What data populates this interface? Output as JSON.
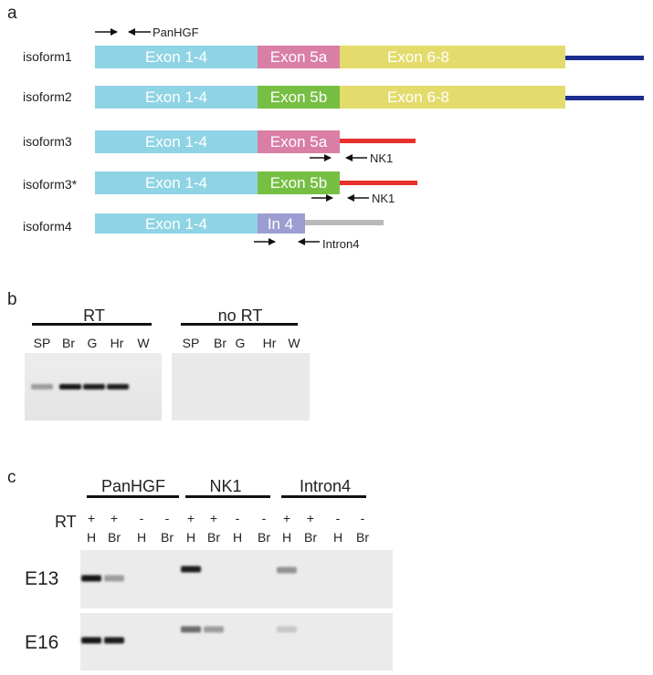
{
  "panels": {
    "a": "a",
    "b": "b",
    "c": "c"
  },
  "colors": {
    "exon1_4": "#8fd4e4",
    "exon5a": "#d97fa6",
    "exon5b": "#76bf43",
    "exon6_8": "#e3dc6c",
    "intron4": "#9c9ed2",
    "utr_blue": "#1c2e8f",
    "utr_red": "#e8302c",
    "utr_grey": "#b9b9bb"
  },
  "panel_a": {
    "isoforms": [
      {
        "label": "isoform1",
        "segments": [
          {
            "name": "exon1-4",
            "text": "Exon 1-4",
            "color": "exon1_4"
          },
          {
            "name": "exon5a",
            "text": "Exon 5a",
            "color": "exon5a"
          },
          {
            "name": "exon6-8",
            "text": "Exon 6-8",
            "color": "exon6_8"
          }
        ],
        "tail": "utr_blue"
      },
      {
        "label": "isoform2",
        "segments": [
          {
            "name": "exon1-4",
            "text": "Exon 1-4",
            "color": "exon1_4"
          },
          {
            "name": "exon5b",
            "text": "Exon 5b",
            "color": "exon5b"
          },
          {
            "name": "exon6-8",
            "text": "Exon 6-8",
            "color": "exon6_8"
          }
        ],
        "tail": "utr_blue"
      },
      {
        "label": "isoform3",
        "segments": [
          {
            "name": "exon1-4",
            "text": "Exon 1-4",
            "color": "exon1_4"
          },
          {
            "name": "exon5a",
            "text": "Exon 5a",
            "color": "exon5a"
          }
        ],
        "tail": "utr_red"
      },
      {
        "label": "isoform3*",
        "segments": [
          {
            "name": "exon1-4",
            "text": "Exon 1-4",
            "color": "exon1_4"
          },
          {
            "name": "exon5b",
            "text": "Exon 5b",
            "color": "exon5b"
          }
        ],
        "tail": "utr_red"
      },
      {
        "label": "isoform4",
        "segments": [
          {
            "name": "exon1-4",
            "text": "Exon 1-4",
            "color": "exon1_4"
          },
          {
            "name": "in4",
            "text": "In 4",
            "color": "intron4"
          }
        ],
        "tail": "utr_grey"
      }
    ],
    "primers": [
      "PanHGF",
      "NK1",
      "NK1",
      "Intron4"
    ]
  },
  "panel_b": {
    "groups": [
      "RT",
      "no RT"
    ],
    "rt_lanes": [
      "SP",
      "Br",
      "G",
      "Hr",
      "W"
    ],
    "nort_lanes": [
      "SP",
      "Br",
      "G",
      "Hr",
      "W"
    ],
    "rt_band_intensity": [
      0.3,
      1.0,
      0.95,
      0.95,
      0.0
    ],
    "nort_band_intensity": [
      0,
      0,
      0,
      0,
      0
    ]
  },
  "panel_c": {
    "groups": [
      "PanHGF",
      "NK1",
      "Intron4"
    ],
    "rt_row_label": "RT",
    "rt_signs": [
      "+",
      "+",
      "-",
      "-",
      "+",
      "+",
      "-",
      "-",
      "+",
      "+",
      "-",
      "-"
    ],
    "lanes": [
      "H",
      "Br",
      "H",
      "Br",
      "H",
      "Br",
      "H",
      "Br",
      "H",
      "Br",
      "H",
      "Br"
    ],
    "rows": [
      {
        "label": "E13",
        "intensity": [
          1.0,
          0.3,
          0,
          0,
          0.95,
          0,
          0,
          0,
          0.35,
          0,
          0,
          0
        ]
      },
      {
        "label": "E16",
        "intensity": [
          1.0,
          0.95,
          0,
          0,
          0.55,
          0.3,
          0,
          0,
          0.08,
          0,
          0,
          0
        ]
      }
    ]
  }
}
